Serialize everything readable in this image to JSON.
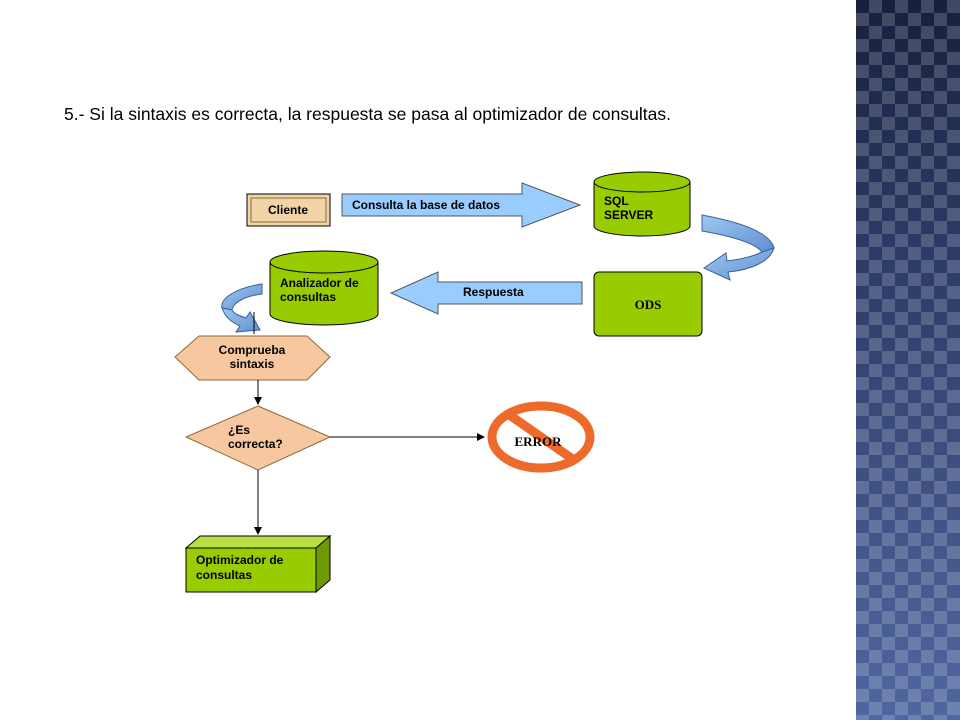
{
  "slide": {
    "text": "5.- Si la sintaxis es correcta, la respuesta se pasa al optimizador de consultas."
  },
  "diagram": {
    "cliente": "Cliente",
    "consulta_arrow": "Consulta la base de datos",
    "sql_server": [
      "SQL",
      "SERVER"
    ],
    "ods": "ODS",
    "respuesta_arrow": "Respuesta",
    "analizador": [
      "Analizador de",
      "consultas"
    ],
    "comprueba": [
      "Comprueba",
      "sintaxis"
    ],
    "es_correcta": [
      "¿Es",
      "correcta?"
    ],
    "error": "ERROR",
    "optimizador": [
      "Optimizador de",
      "consultas"
    ]
  },
  "colors": {
    "green": "#99cc00",
    "blue_arrow": "#99ccff",
    "peach": "#f7c8a0",
    "tan": "#f1d4a8",
    "error_red": "#ee6a2a"
  }
}
